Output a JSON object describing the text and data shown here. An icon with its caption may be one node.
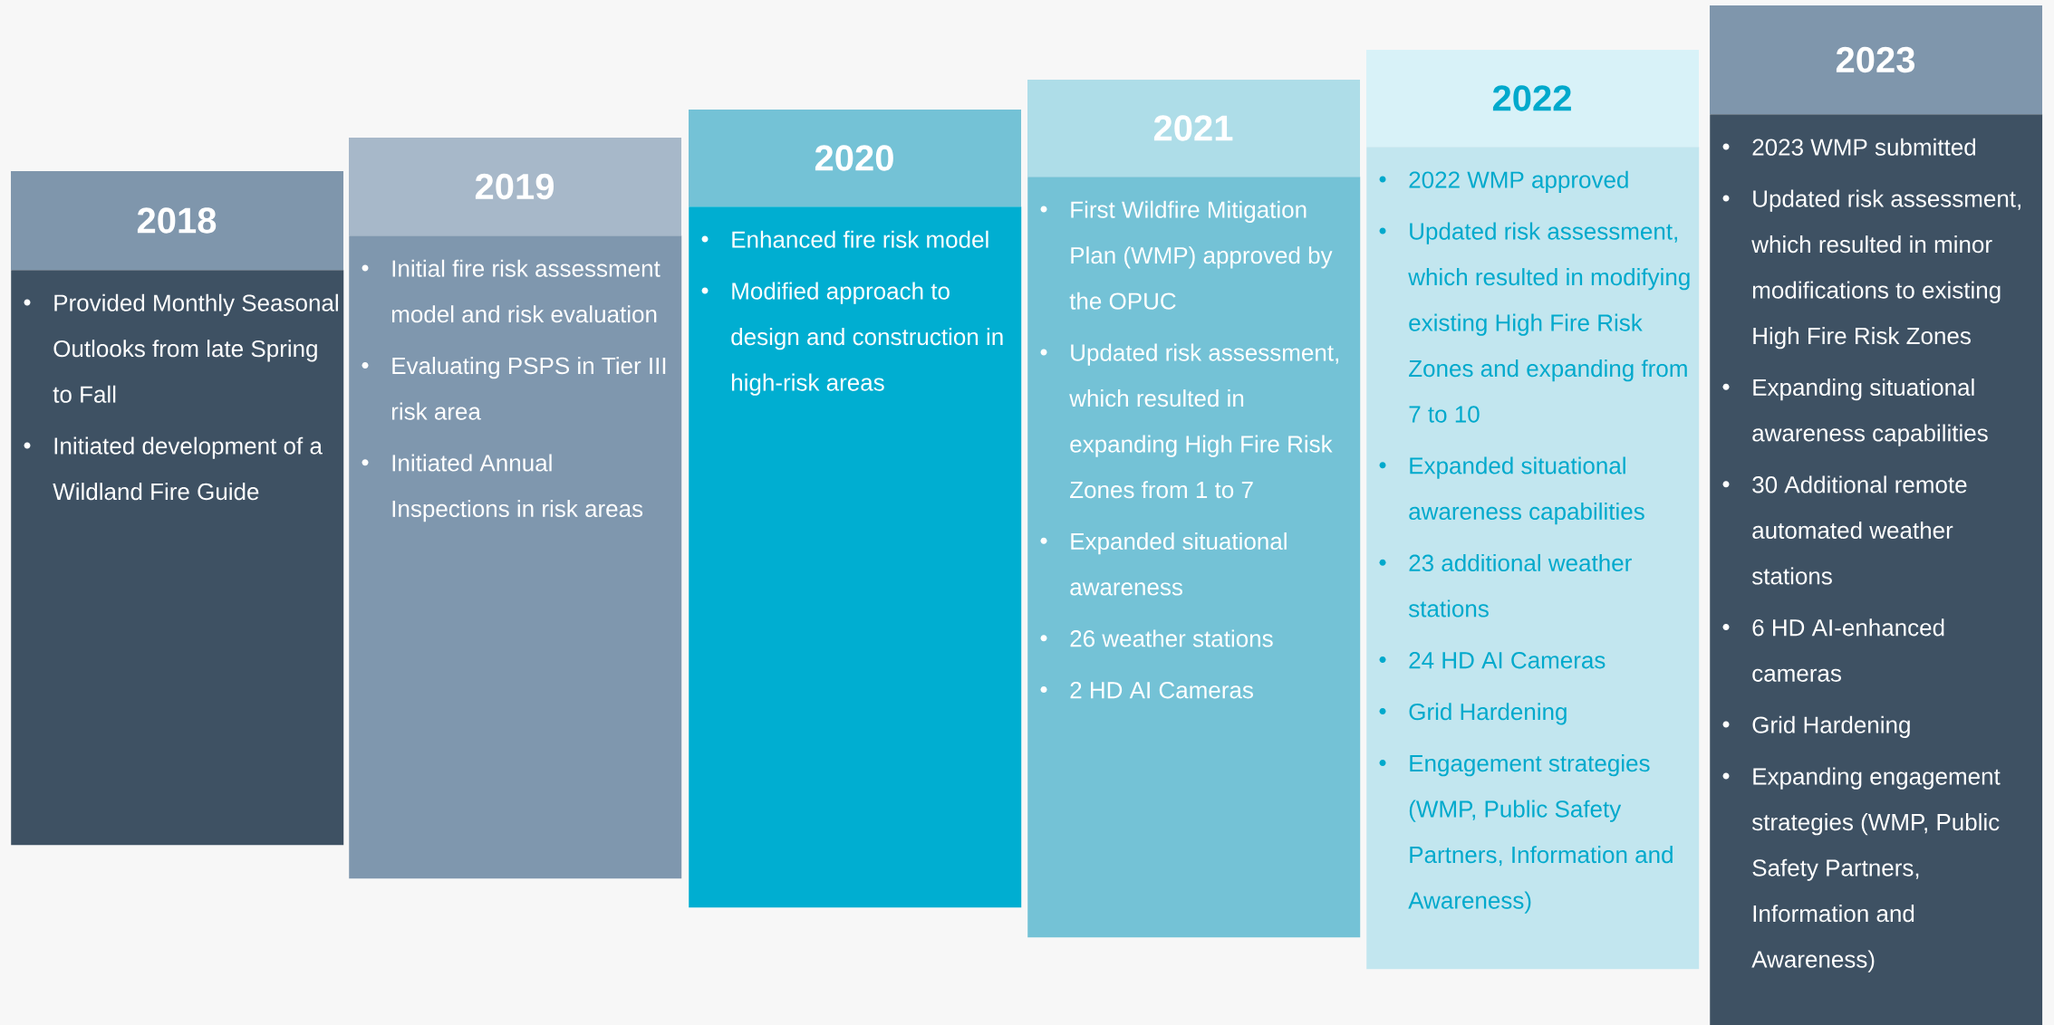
{
  "diagram": {
    "nodes": [
      {
        "text": [
          "2018",
          "Provided Monthly Seasonal Outlooks from late Spring to Fall",
          "Initiated development of a Wildland Fire Guide"
        ]
      },
      {
        "text": [
          "2019",
          "Initial fire risk assessment model and risk evaluation",
          "Evaluating PSPS in Tier III risk area",
          "Initiated Annual Inspections in risk areas"
        ]
      },
      {
        "text": [
          "2020",
          "Enhanced fire risk model",
          "Modified approach to design and construction in high-risk areas"
        ]
      },
      {
        "text": [
          "2021",
          "First Wildfire Mitigation Plan (WMP) approved by the OPUC",
          "Updated risk assessment, which resulted in expanding High Fire Risk Zones from 1 to 7",
          "Expanded situational awareness",
          "26 weather stations",
          "2 HD AI Cameras"
        ]
      },
      {
        "text": [
          "2022",
          "2022 WMP approved",
          "Updated risk assessment, which resulted in modifying existing High Fire Risk Zones and expanding from 7 to 10",
          "Expanded situational awareness capabilities",
          "23 additional weather stations",
          "24 HD AI Cameras",
          "Grid Hardening",
          "Engagement strategies (WMP, Public Safety Partners, Information and Awareness)"
        ]
      },
      {
        "text": [
          "2023",
          "2023 WMP submitted",
          "Updated risk assessment, which resulted in minor modifications to existing High Fire Risk Zones",
          "Expanding situational awareness capabilities",
          "30 Additional remote automated weather stations",
          "6 HD AI-enhanced cameras",
          "Grid Hardening",
          "Expanding engagement strategies (WMP, Public Safety Partners, Information and Awareness)"
        ]
      }
    ]
  }
}
